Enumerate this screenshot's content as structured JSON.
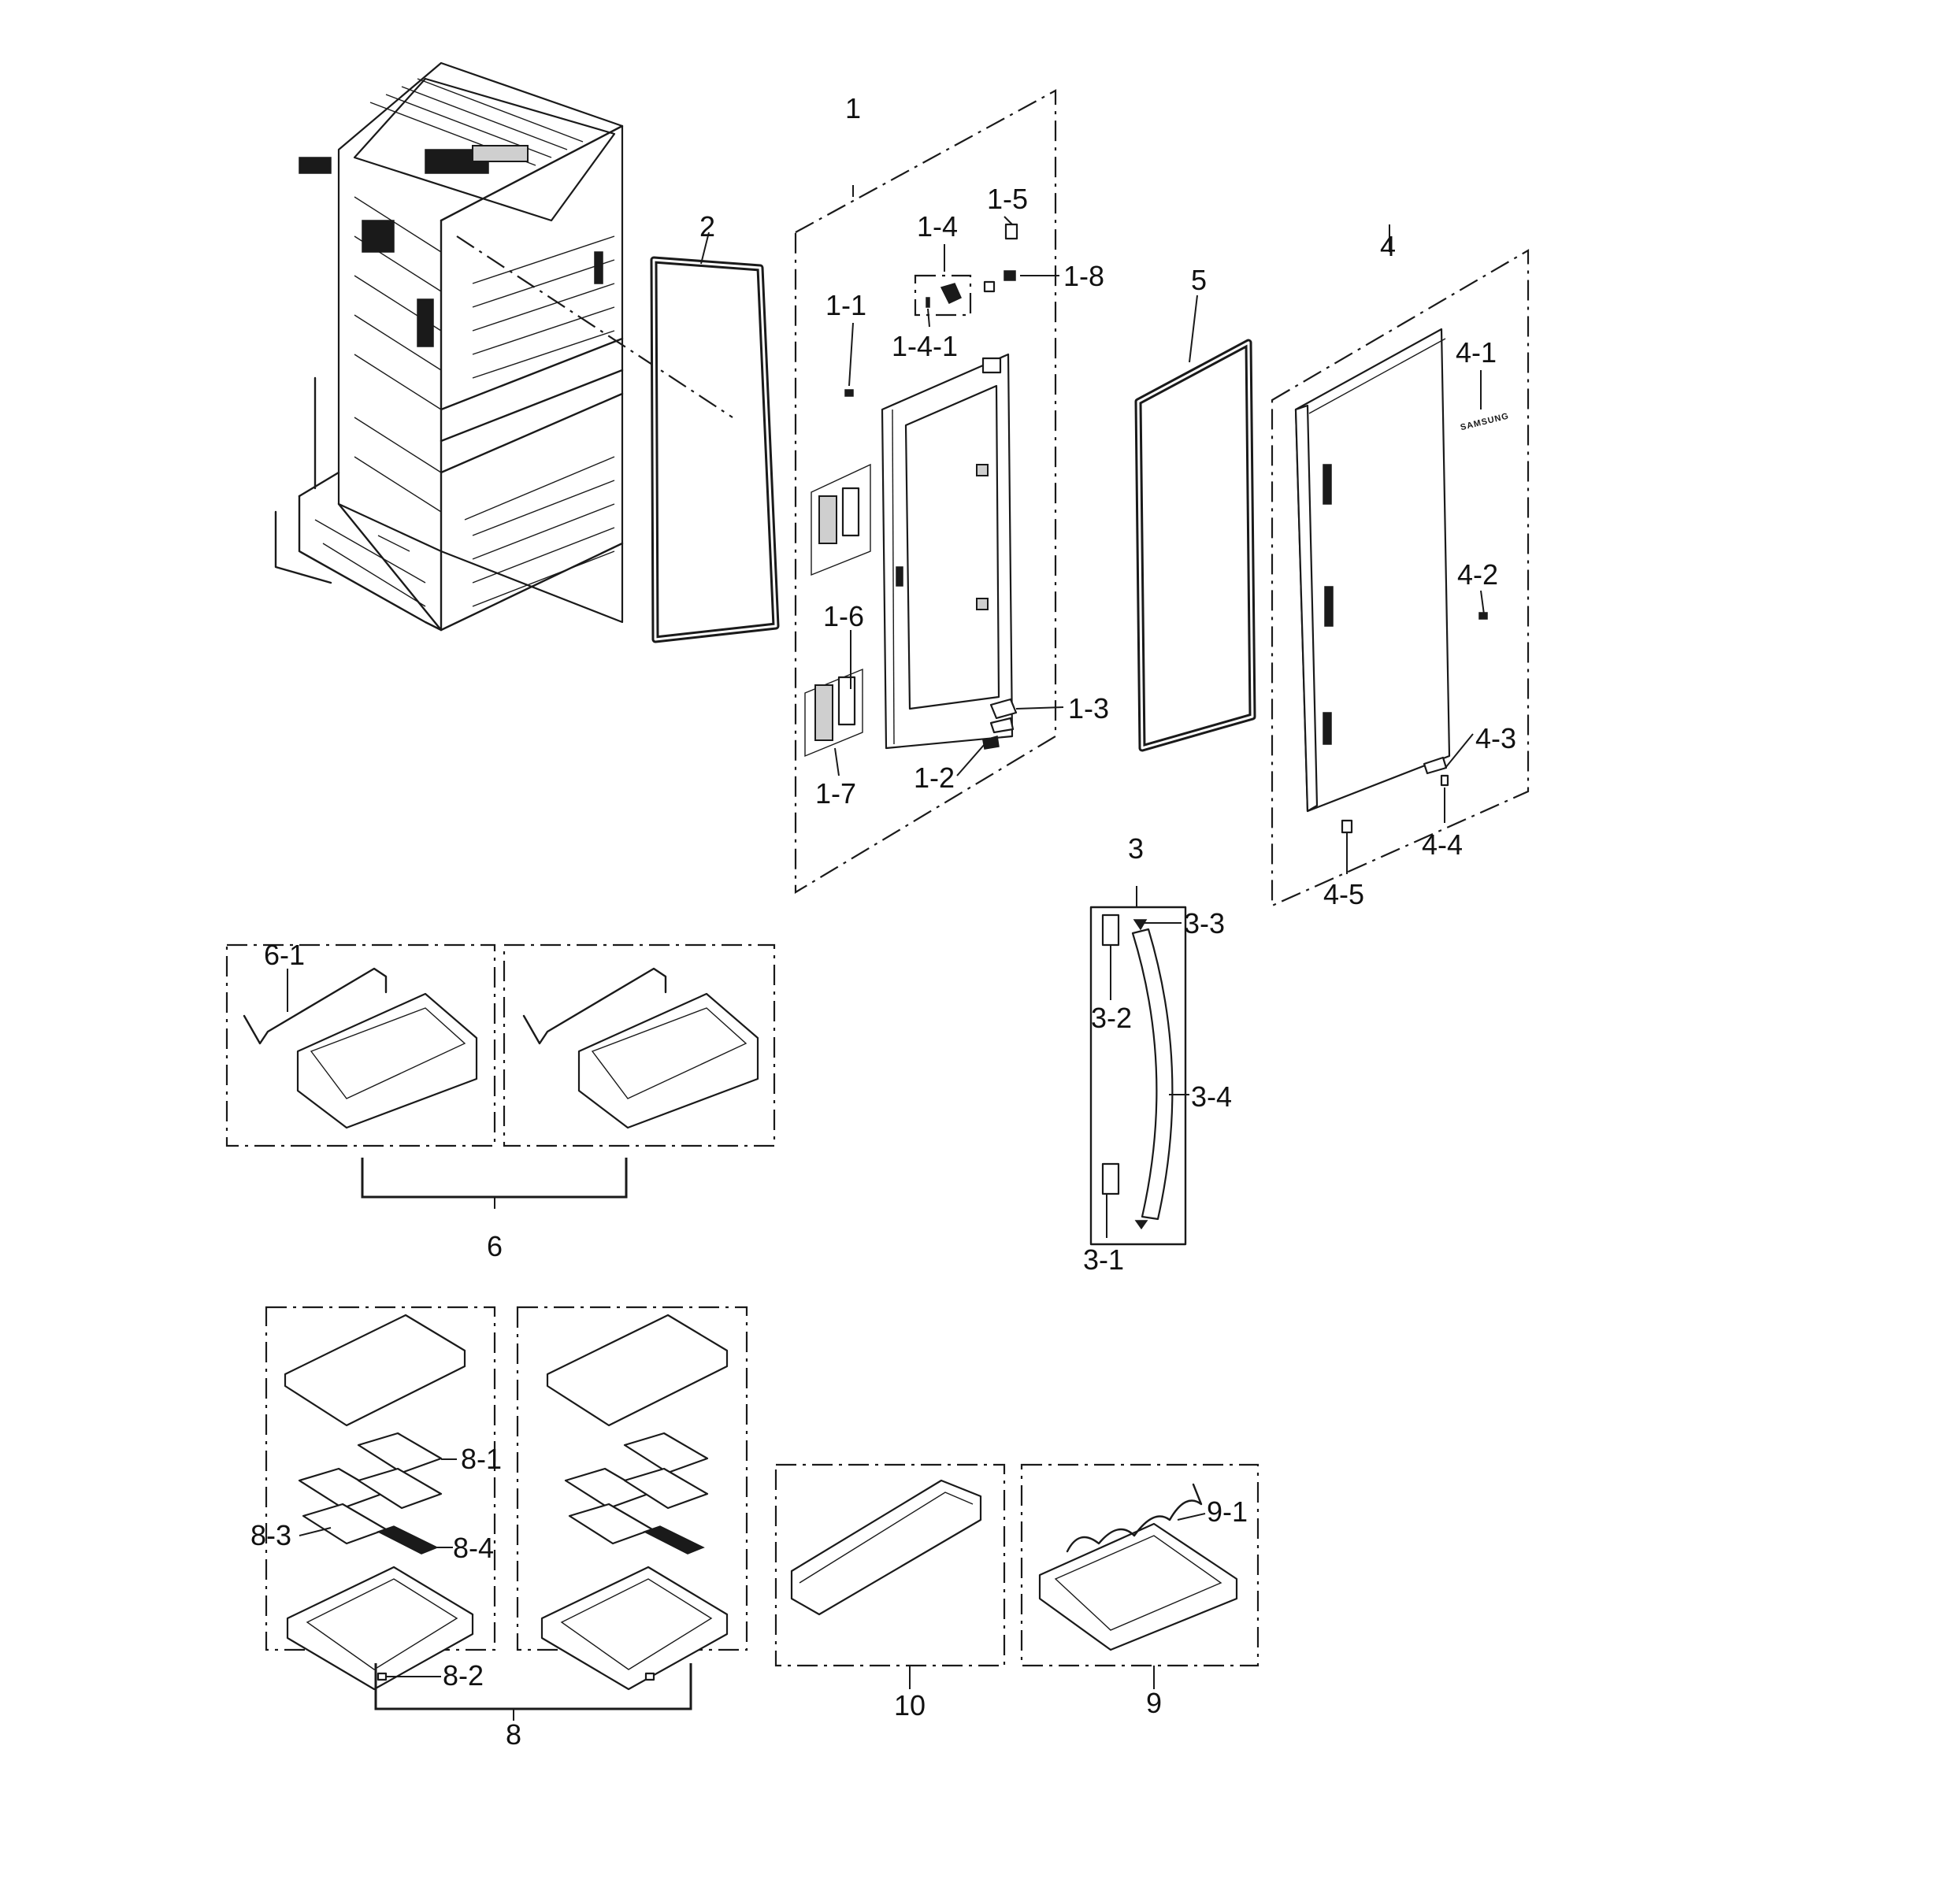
{
  "labels": {
    "l1": "1",
    "l1_1": "1-1",
    "l1_2": "1-2",
    "l1_3": "1-3",
    "l1_4": "1-4",
    "l1_4_1": "1-4-1",
    "l1_5": "1-5",
    "l1_6": "1-6",
    "l1_7": "1-7",
    "l1_8": "1-8",
    "l2": "2",
    "l3": "3",
    "l3_1": "3-1",
    "l3_2": "3-2",
    "l3_3": "3-3",
    "l3_4": "3-4",
    "l4": "4",
    "l4_1": "4-1",
    "l4_2": "4-2",
    "l4_3": "4-3",
    "l4_4": "4-4",
    "l4_5": "4-5",
    "l5": "5",
    "l6": "6",
    "l6_1": "6-1",
    "l8": "8",
    "l8_1": "8-1",
    "l8_2": "8-2",
    "l8_3": "8-3",
    "l8_4": "8-4",
    "l9": "9",
    "l9_1": "9-1",
    "l10": "10"
  },
  "door_logo": "SAMSUNG"
}
